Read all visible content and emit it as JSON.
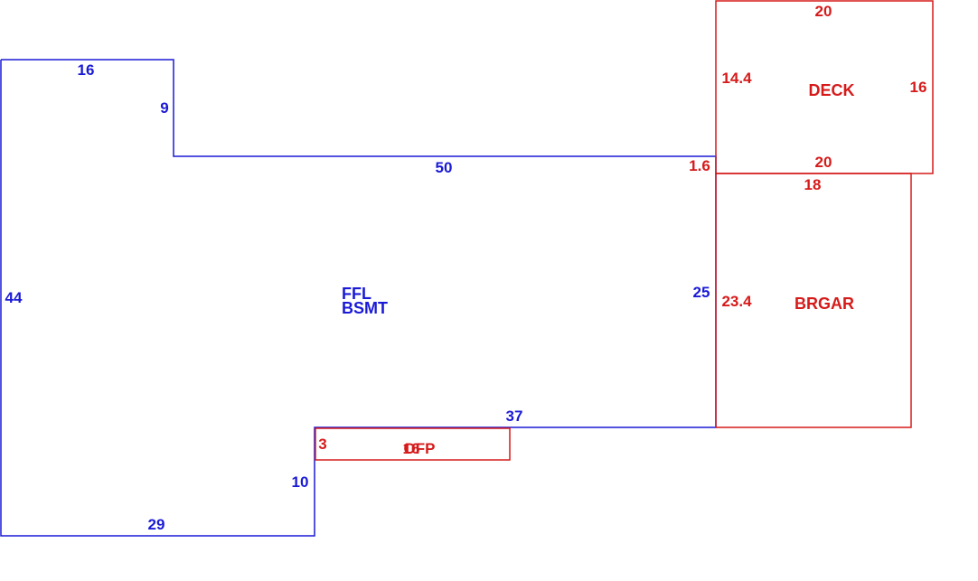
{
  "colors": {
    "main": "#1a1ad6",
    "addition": "#d61a1a"
  },
  "main_area": {
    "label_line1": "FFL",
    "label_line2": "BSMT",
    "dims": {
      "top": "16",
      "notch_right": "9",
      "upper_run": "50",
      "right": "25",
      "lower_run": "37",
      "step": "10",
      "bottom": "29",
      "left": "44"
    }
  },
  "deck": {
    "label": "DECK",
    "dims": {
      "top": "20",
      "left": "14.4",
      "right": "16",
      "bottom": "20",
      "offset": "1.6"
    }
  },
  "garage": {
    "label": "BRGAR",
    "dims": {
      "top": "18",
      "left": "23.4"
    }
  },
  "porch": {
    "label_a": "OFP",
    "label_b": "16",
    "dims": {
      "left": "3"
    }
  }
}
